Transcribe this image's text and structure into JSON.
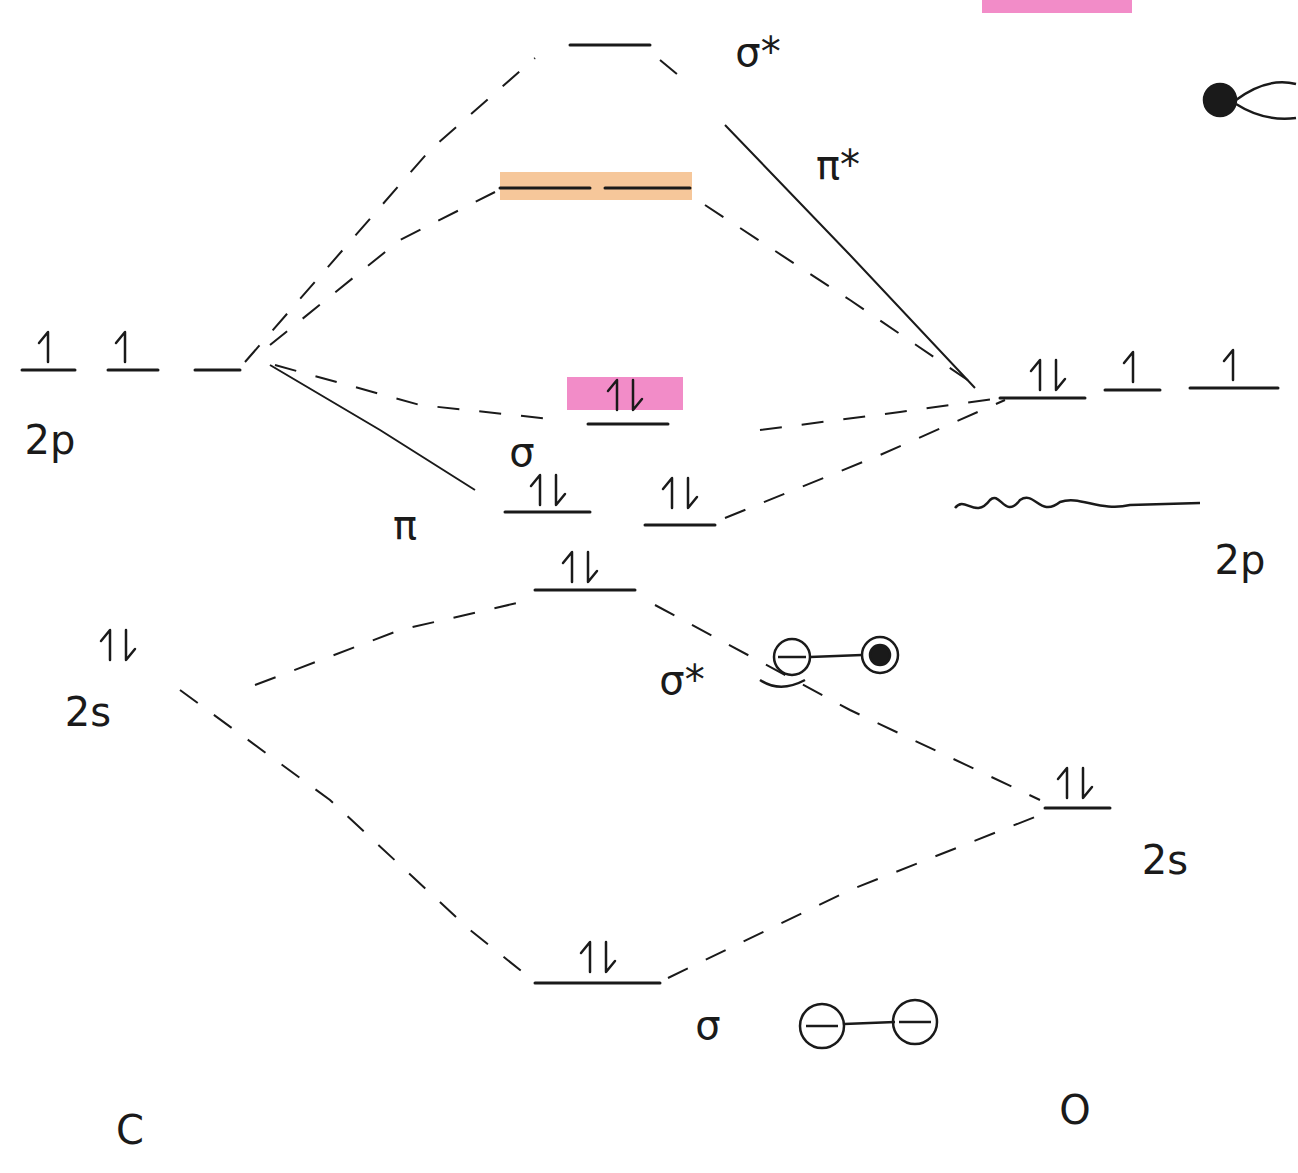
{
  "diagram": {
    "labels": [
      "σ*",
      "π*",
      "2p",
      "σ",
      "π",
      "2p",
      "2s",
      "σ*",
      "2s",
      "σ",
      "C",
      "O"
    ]
  }
}
